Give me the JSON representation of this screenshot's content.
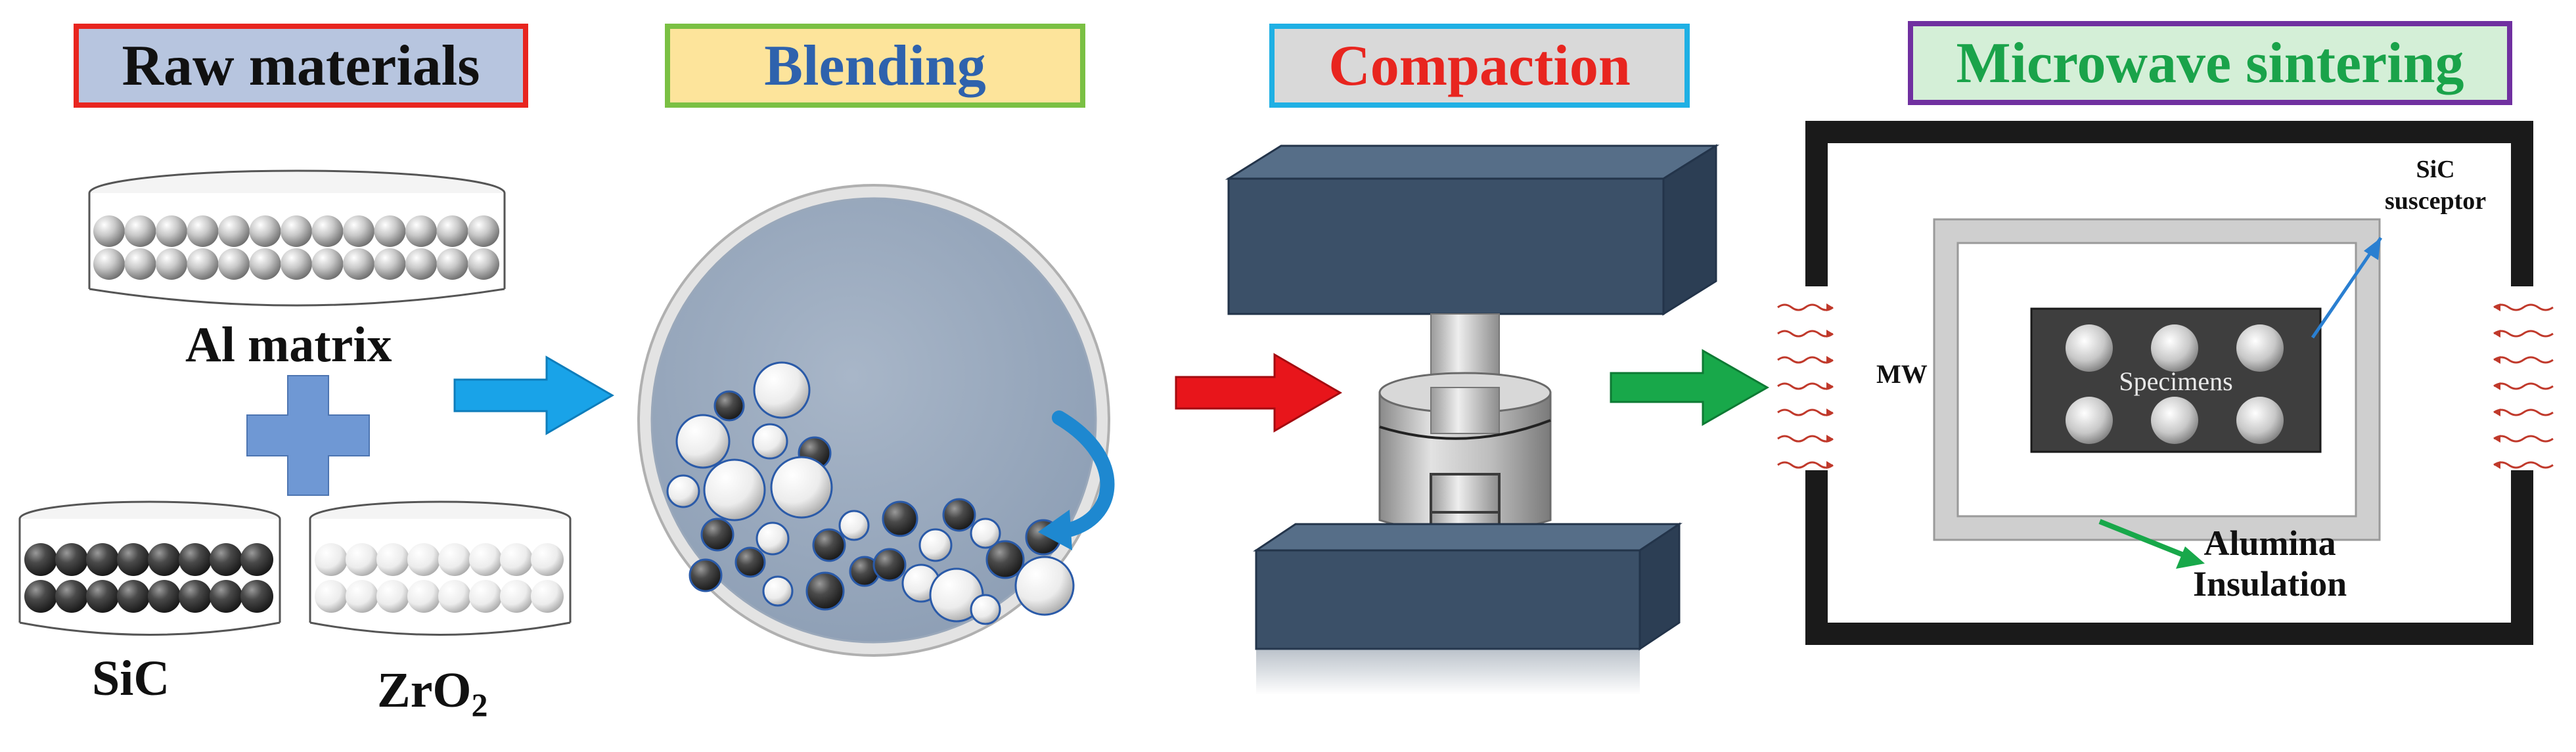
{
  "steps": [
    {
      "title": "Raw materials",
      "text_color": "#111111",
      "fill": "#b7c5df",
      "border": "#e8251f"
    },
    {
      "title": "Blending",
      "text_color": "#2e62ad",
      "fill": "#fde49b",
      "border": "#7ac043"
    },
    {
      "title": "Compaction",
      "text_color": "#e8251f",
      "fill": "#d9d9d9",
      "border": "#1fb0e4"
    },
    {
      "title": "Microwave sintering",
      "text_color": "#1aa34a",
      "fill": "#d4efd7",
      "border": "#7030a0"
    }
  ],
  "raw_materials": {
    "al_label": "Al matrix",
    "sic_label": "SiC",
    "zro2_label_main": "ZrO",
    "zro2_label_sub": "2"
  },
  "sintering": {
    "mw_label": "MW",
    "specimens_label": "Specimens",
    "susceptor_label_line1": "SiC",
    "susceptor_label_line2": "susceptor",
    "insulation_label_line1": "Alumina",
    "insulation_label_line2": "Insulation"
  },
  "colors": {
    "arrow_blue": "#19a3e8",
    "arrow_red": "#e8151b",
    "arrow_green": "#18a84a",
    "press_block": "#3b5068",
    "chamber": "#1a1a1a",
    "plus": "#6f98d4"
  }
}
